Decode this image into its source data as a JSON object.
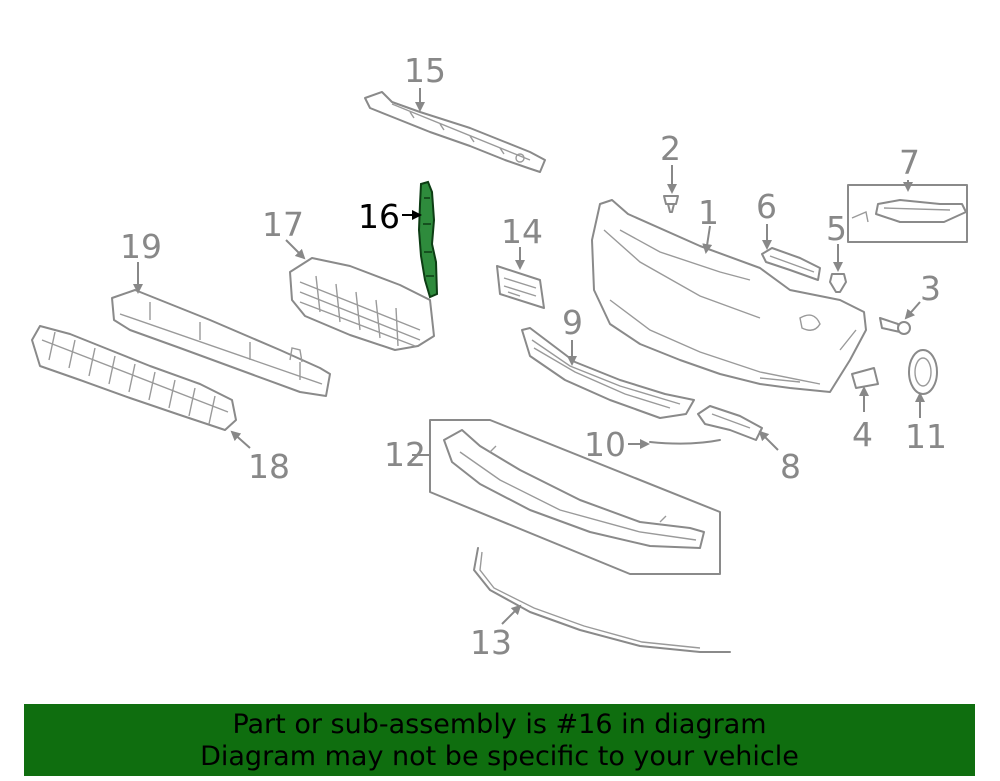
{
  "diagram": {
    "callouts": [
      "1",
      "2",
      "3",
      "4",
      "5",
      "6",
      "7",
      "8",
      "9",
      "10",
      "11",
      "12",
      "13",
      "14",
      "15",
      "16",
      "17",
      "18",
      "19"
    ],
    "highlighted": "16",
    "highlight_color": "#2e8b3c"
  },
  "banner": {
    "line1": "Part or sub-assembly is #16 in diagram",
    "line2": "Diagram may not be specific to your vehicle",
    "background": "#0f6e0f"
  }
}
